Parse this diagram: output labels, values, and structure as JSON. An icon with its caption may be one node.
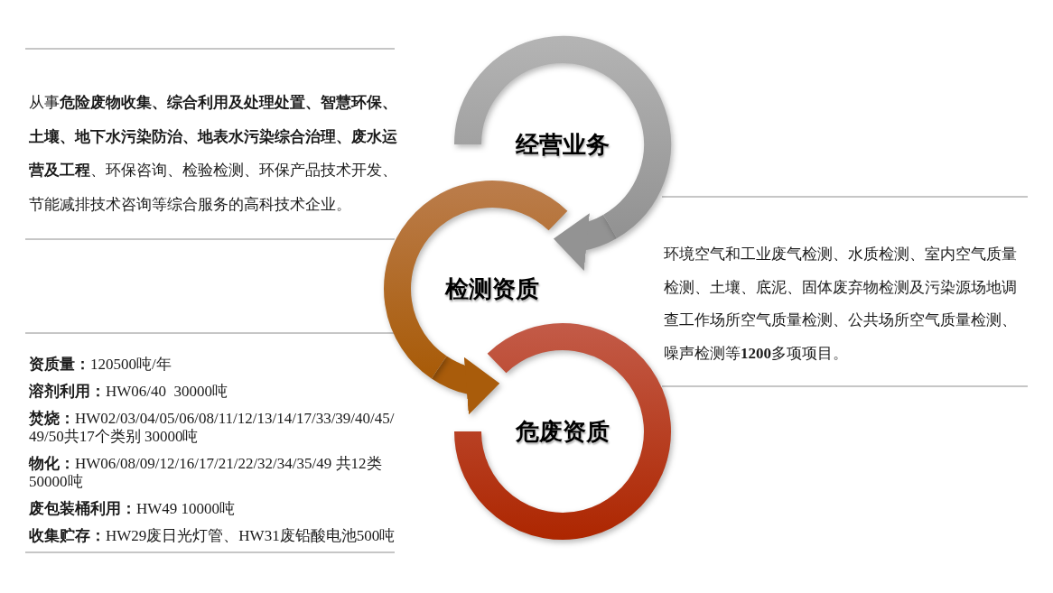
{
  "diagram": {
    "nodes": [
      {
        "text": [
          "经营业务"
        ]
      },
      {
        "text": [
          "检测资质"
        ]
      },
      {
        "text": [
          "危废资质"
        ]
      }
    ],
    "edges": [
      {
        "from": 0,
        "to": 1,
        "arrow": "to",
        "color": "#939393"
      },
      {
        "from": 1,
        "to": 2,
        "arrow": "to",
        "color": "#a95c0b"
      }
    ],
    "labels": [
      "从事**危险废物收集、综合利用及处理处置、智慧环保、土壤、地下水污染防治、地表水污染综合治理、废水运营及工程**、环保咨询、检验检测、环保产品技术开发、节能减排技术咨询等综合服务的高科技术企业。",
      "环境空气和工业废气检测、水质检测、室内空气质量检测、土壤、底泥、固体废弃物检测及污染源场地调查工作场所空气质量检测、公共场所空气质量检测、噪声检测等**1200**多项项目。",
      "**资质量：**120500吨/年",
      "**溶剂利用：**HW06/40  30000吨",
      "**焚烧：**HW02/03/04/05/06/08/11/12/13/14/17/33/39/40/45/49/50共17个类别 30000吨",
      "**物化：**HW06/08/09/12/16/17/21/22/32/34/35/49 共12类 50000吨",
      "**废包装桶利用：**HW49 10000吨",
      "**收集贮存：**HW29废日光灯管、HW31废铅酸电池500吨"
    ]
  }
}
